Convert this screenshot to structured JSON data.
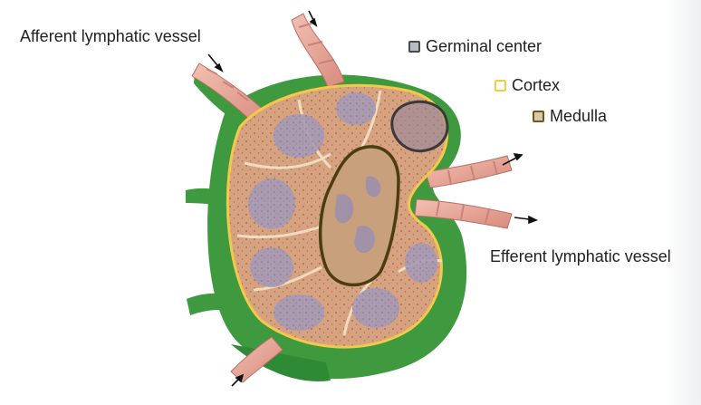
{
  "labels": {
    "afferent": "Afferent lymphatic vessel",
    "efferent": "Efferent lymphatic vessel"
  },
  "legend": [
    {
      "key": "germinal",
      "label": "Germinal center",
      "fill": "#b8bcc2",
      "border": "#4a4a4a"
    },
    {
      "key": "cortex",
      "label": "Cortex",
      "fill": "#fffef5",
      "border": "#f2cc4a"
    },
    {
      "key": "medulla",
      "label": "Medulla",
      "fill": "#d8c9a4",
      "border": "#6b5a20"
    }
  ],
  "colors": {
    "capsule_green": "#3f9a3f",
    "capsule_dark": "#2a6e2a",
    "tissue": "#d8a27e",
    "tissue_dark": "#b97c57",
    "follicle": "#a89bb7",
    "vessel": "#e8a79a",
    "outline_cortex": "#f4c84a",
    "outline_medulla": "#4b3d10"
  }
}
